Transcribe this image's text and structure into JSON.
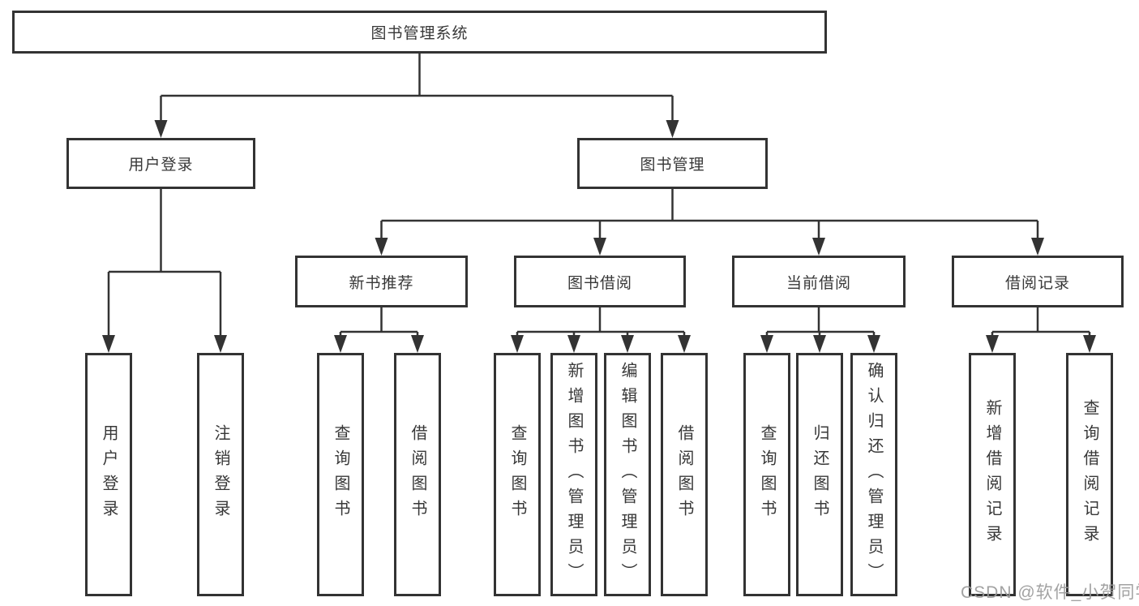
{
  "colors": {
    "line_color": "#333333",
    "text_color": "#383838",
    "bg_color": "#ffffff",
    "watermark_color": "#9b9b9b"
  },
  "watermark": {
    "text": "CSDN @软件_小贺同学"
  },
  "tree": {
    "label": "图书管理系统",
    "children": [
      {
        "label": "用户登录",
        "children": [
          {
            "label": "用户登录"
          },
          {
            "label": "注销登录"
          }
        ]
      },
      {
        "label": "图书管理",
        "children": [
          {
            "label": "新书推荐",
            "children": [
              {
                "label": "查询图书"
              },
              {
                "label": "借阅图书"
              }
            ]
          },
          {
            "label": "图书借阅",
            "children": [
              {
                "label": "查询图书"
              },
              {
                "label": "新增图书（管理员）"
              },
              {
                "label": "编辑图书（管理员）"
              },
              {
                "label": "借阅图书"
              }
            ]
          },
          {
            "label": "当前借阅",
            "children": [
              {
                "label": "查询图书"
              },
              {
                "label": "归还图书"
              },
              {
                "label": "确认归还（管理员）"
              }
            ]
          },
          {
            "label": "借阅记录",
            "children": [
              {
                "label": "新增借阅记录"
              },
              {
                "label": "查询借阅记录"
              }
            ]
          }
        ]
      }
    ]
  }
}
